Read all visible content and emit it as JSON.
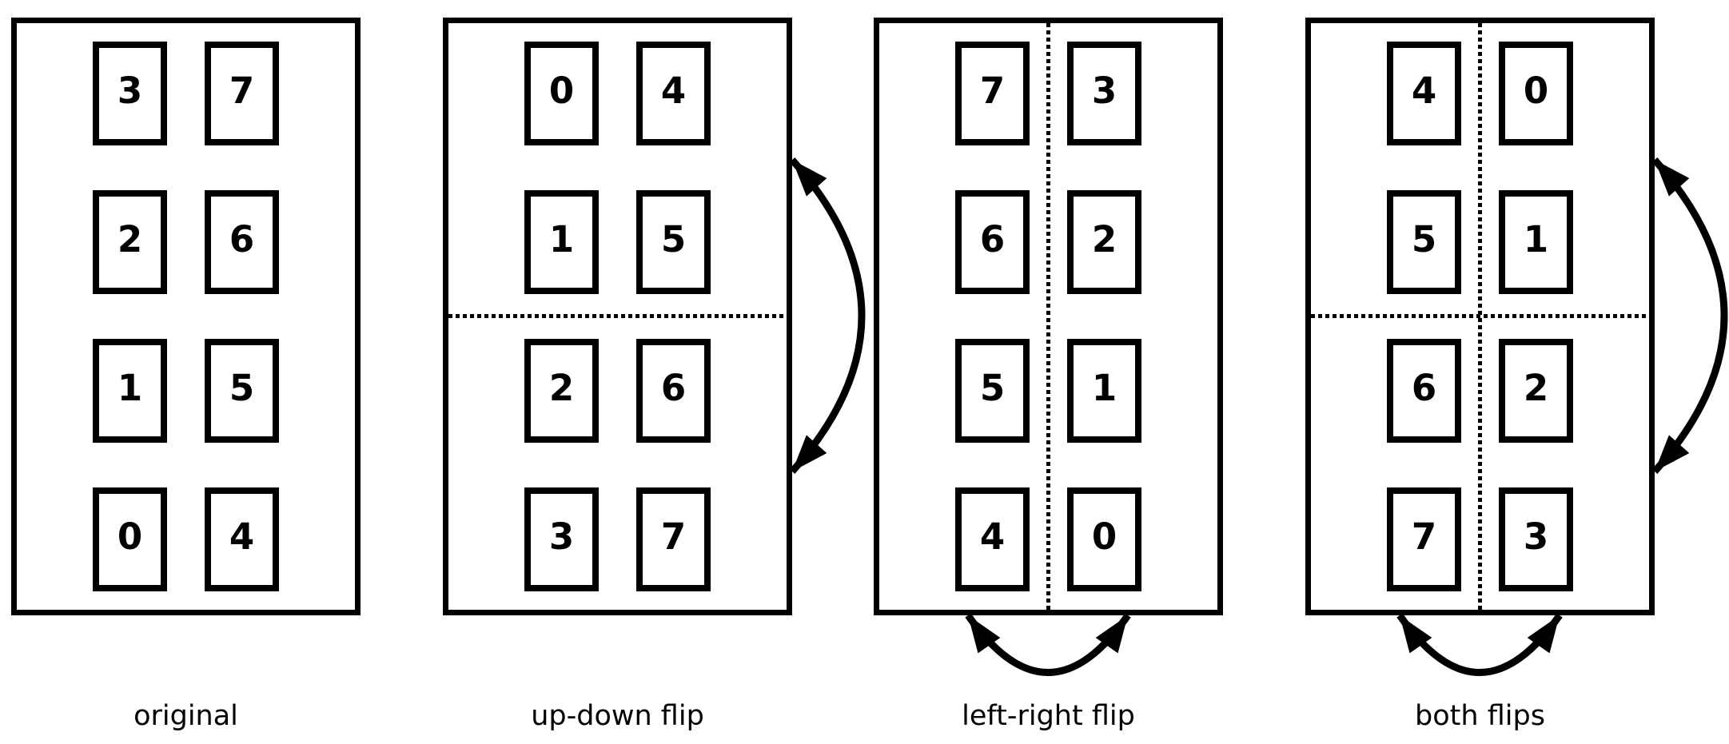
{
  "figure": {
    "colors": {
      "ink": "#000000",
      "background": "#ffffff"
    },
    "panels": [
      {
        "id": "original",
        "label": "original",
        "grid": [
          [
            "3",
            "7"
          ],
          [
            "2",
            "6"
          ],
          [
            "1",
            "5"
          ],
          [
            "0",
            "4"
          ]
        ],
        "fold_lines": {
          "horizontal": false,
          "vertical": false
        },
        "arrows": {
          "up_down": false,
          "left_right": false
        }
      },
      {
        "id": "up-down-flip",
        "label": "up-down flip",
        "grid": [
          [
            "0",
            "4"
          ],
          [
            "1",
            "5"
          ],
          [
            "2",
            "6"
          ],
          [
            "3",
            "7"
          ]
        ],
        "fold_lines": {
          "horizontal": true,
          "vertical": false
        },
        "arrows": {
          "up_down": true,
          "left_right": false
        }
      },
      {
        "id": "left-right-flip",
        "label": "left-right flip",
        "grid": [
          [
            "7",
            "3"
          ],
          [
            "6",
            "2"
          ],
          [
            "5",
            "1"
          ],
          [
            "4",
            "0"
          ]
        ],
        "fold_lines": {
          "horizontal": false,
          "vertical": true
        },
        "arrows": {
          "up_down": false,
          "left_right": true
        }
      },
      {
        "id": "both-flips",
        "label": "both flips",
        "grid": [
          [
            "4",
            "0"
          ],
          [
            "5",
            "1"
          ],
          [
            "6",
            "2"
          ],
          [
            "7",
            "3"
          ]
        ],
        "fold_lines": {
          "horizontal": true,
          "vertical": true
        },
        "arrows": {
          "up_down": true,
          "left_right": true
        }
      }
    ]
  }
}
